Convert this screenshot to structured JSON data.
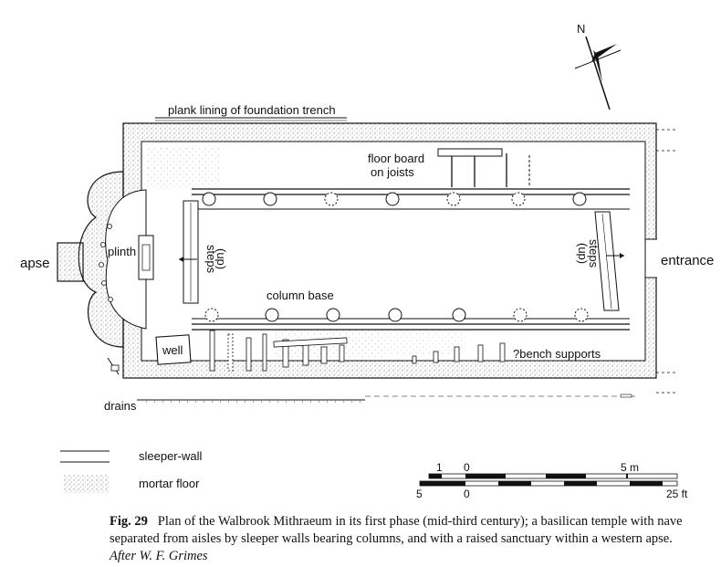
{
  "labels": {
    "plank_lining": "plank lining of foundation trench",
    "floor_board_line1": "floor board",
    "floor_board_line2": "on joists",
    "apse": "apse",
    "plinth": "plinth",
    "steps_left_line1": "steps",
    "steps_left_line2": "(up)",
    "steps_right_line1": "steps",
    "steps_right_line2": "(up)",
    "entrance": "entrance",
    "column_base": "column base",
    "well": "well",
    "bench_supports": "?bench supports",
    "drains": "drains",
    "north": "N"
  },
  "legend": {
    "sleeper_wall": "sleeper-wall",
    "mortar_floor": "mortar floor"
  },
  "scale": {
    "m_ticks": [
      "1",
      "0",
      "5 m"
    ],
    "ft_ticks": [
      "5",
      "0",
      "25 ft"
    ]
  },
  "caption": {
    "fig_label": "Fig. 29",
    "text": "Plan of the Walbrook Mithraeum in its first phase (mid-third century); a basilican temple with nave separated from aisles by sleeper walls bearing columns, and with a raised sanctuary within a western apse.",
    "attribution": "After W. F. Grimes"
  },
  "colors": {
    "ink": "#111111",
    "stipple": "#8a8a8a",
    "paper": "#ffffff"
  }
}
